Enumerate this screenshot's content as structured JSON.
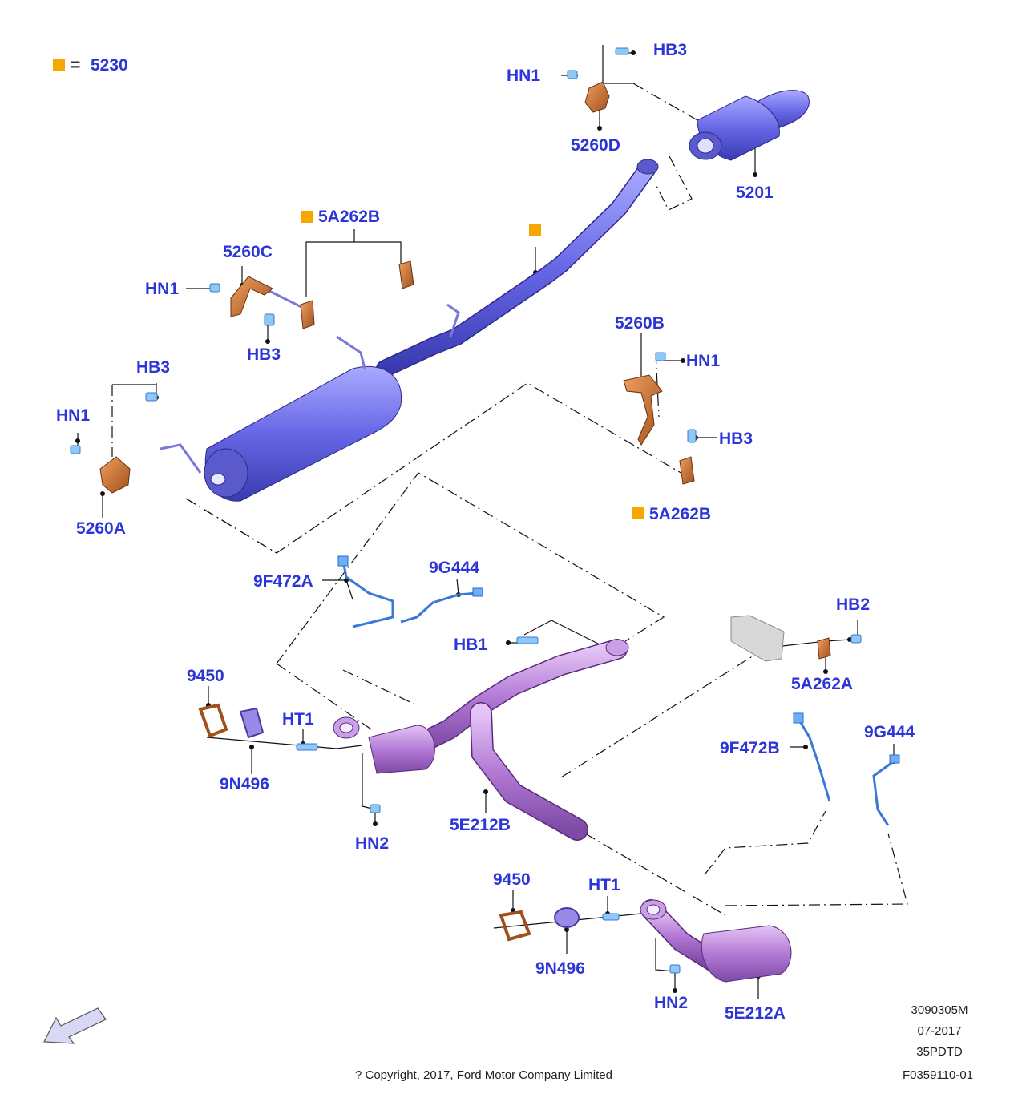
{
  "legend": {
    "symbol_value": "5230",
    "equals": "="
  },
  "labels": {
    "hb3_top": "HB3",
    "hn1_top": "HN1",
    "p5260d": "5260D",
    "p5201": "5201",
    "p5a262b_top": "5A262B",
    "p5260c": "5260C",
    "hn1_mid": "HN1",
    "hb3_mid": "HB3",
    "p5260b": "5260B",
    "hn1_right": "HN1",
    "hb3_right": "HB3",
    "hb3_left": "HB3",
    "hn1_left": "HN1",
    "p5260a": "5260A",
    "p5a262b_right": "5A262B",
    "p9f472a": "9F472A",
    "p9g444_left": "9G444",
    "hb2": "HB2",
    "hb1": "HB1",
    "p5a262a": "5A262A",
    "p9450_left": "9450",
    "ht1_left": "HT1",
    "p9n496_left": "9N496",
    "hn2_left": "HN2",
    "p5e212b": "5E212B",
    "p9f472b": "9F472B",
    "p9g444_right": "9G444",
    "p9450_right": "9450",
    "ht1_right": "HT1",
    "p9n496_right": "9N496",
    "hn2_right": "HN2",
    "p5e212a": "5E212A"
  },
  "footer": {
    "drawing_no": "3090305M",
    "date": "07-2017",
    "code": "35PDTD",
    "figure_id": "F0359110-01",
    "copyright": "? Copyright, 2017, Ford Motor Company Limited"
  },
  "colors": {
    "label_blue": "#2b35d8",
    "marker_orange": "#f7a800",
    "pipe_blue": "#6a6ae8",
    "cat_purple": "#b47ad8",
    "bracket_brown": "#c8702a",
    "sensor_blue": "#4a90e8"
  },
  "icons": {
    "direction": "front-arrow-icon"
  }
}
